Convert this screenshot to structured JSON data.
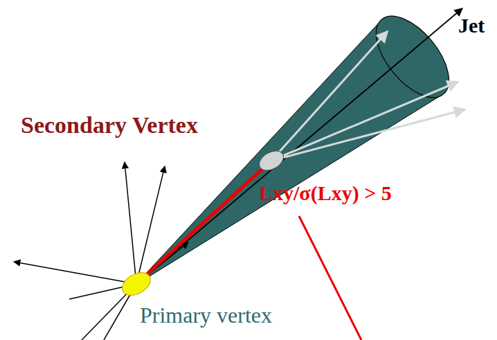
{
  "diagram": {
    "labels": [
      "Jet",
      "Secondary Vertex",
      "Lxy/σ(Lxy) > 5",
      "Primary vertex"
    ]
  }
}
